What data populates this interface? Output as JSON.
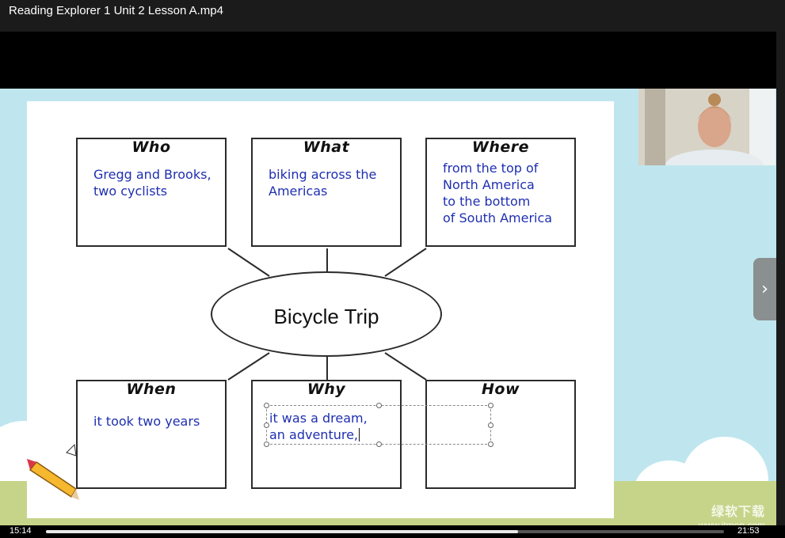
{
  "window": {
    "title": "Reading Explorer 1 Unit 2 Lesson A.mp4"
  },
  "diagram": {
    "center": "Bicycle Trip",
    "boxes": [
      {
        "heading": "Who",
        "text": "Gregg and Brooks,\ntwo cyclists"
      },
      {
        "heading": "What",
        "text": "biking across the\nAmericas"
      },
      {
        "heading": "Where",
        "text": "from the top of\nNorth America\nto the bottom\nof South America"
      },
      {
        "heading": "When",
        "text": "it took two years"
      },
      {
        "heading": "Why",
        "text": ""
      },
      {
        "heading": "How",
        "text": ""
      }
    ],
    "editing_textbox": {
      "text": "it was a dream,\nan adventure,"
    }
  },
  "player": {
    "current_time": "15:14",
    "total_time": "21:53",
    "progress": 0.696,
    "next_label": "›"
  },
  "watermark": {
    "brand": "绿软下载",
    "url": "www.itmop.com"
  },
  "colors": {
    "answer_text": "#1f2fb0",
    "sky": "#bfe6ee"
  }
}
